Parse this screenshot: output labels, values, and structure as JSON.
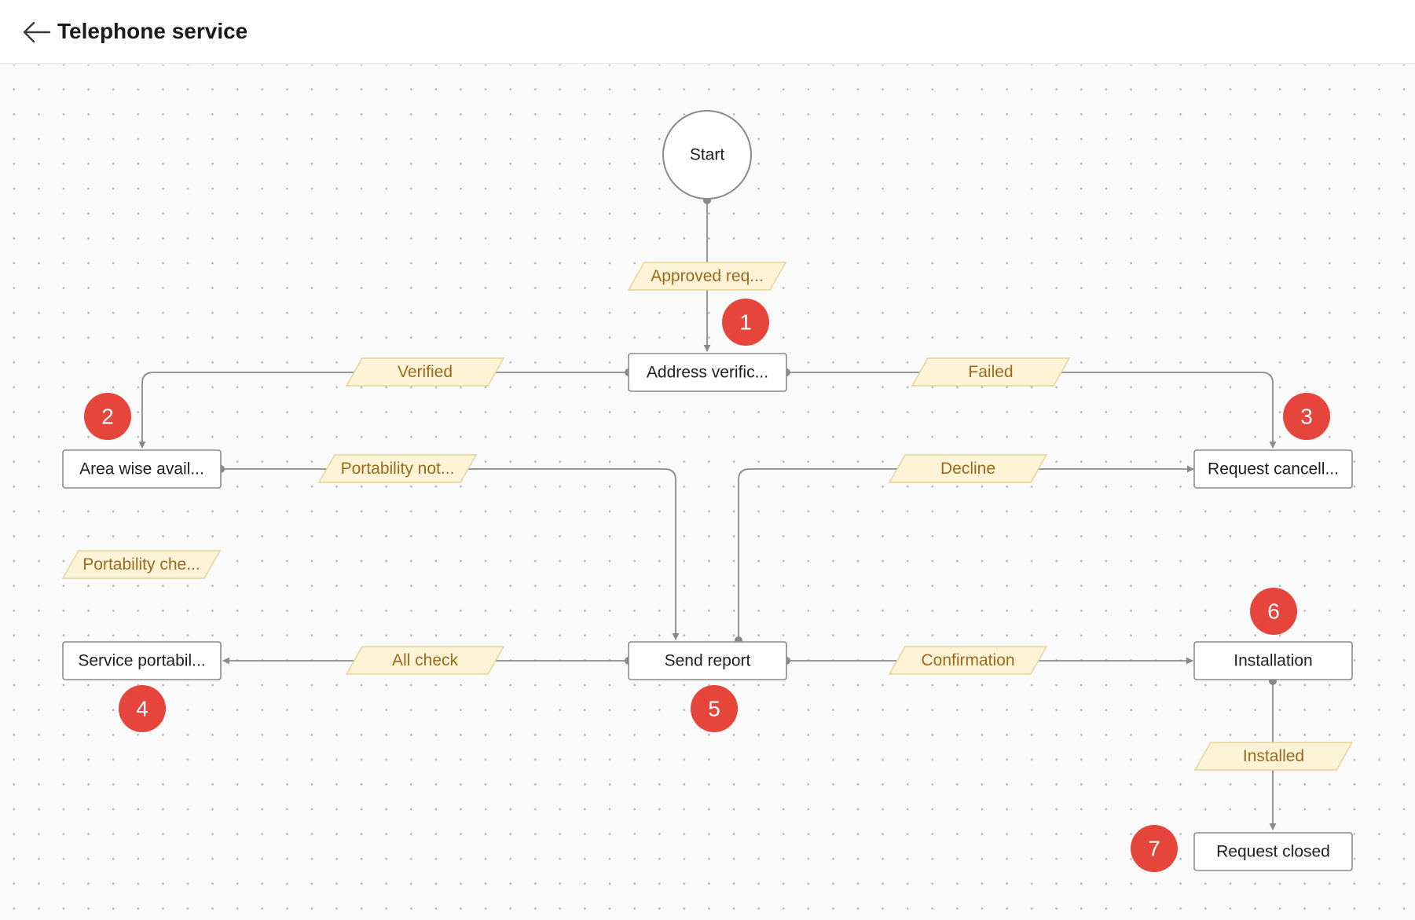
{
  "header": {
    "title": "Telephone service",
    "back_icon": "arrow-left-icon"
  },
  "colors": {
    "badge": "#e5453a",
    "label_fill": "#fdf3d7",
    "label_text": "#9b6a1d",
    "node_border": "#8a8a8a",
    "edge": "#8a8a8a"
  },
  "diagram": {
    "start": {
      "label": "Start"
    },
    "nodes": {
      "address": "Address verific...",
      "area": "Area wise avail...",
      "cancel": "Request cancell...",
      "portability": "Service portabil...",
      "report": "Send report",
      "install": "Installation",
      "closed": "Request closed"
    },
    "transitions": {
      "approved": "Approved req...",
      "verified": "Verified",
      "failed": "Failed",
      "portability_not": "Portability not...",
      "decline": "Decline",
      "portability_check": "Portability che...",
      "all_check": "All check",
      "confirmation": "Confirmation",
      "installed": "Installed"
    },
    "badges": [
      "1",
      "2",
      "3",
      "4",
      "5",
      "6",
      "7"
    ]
  }
}
